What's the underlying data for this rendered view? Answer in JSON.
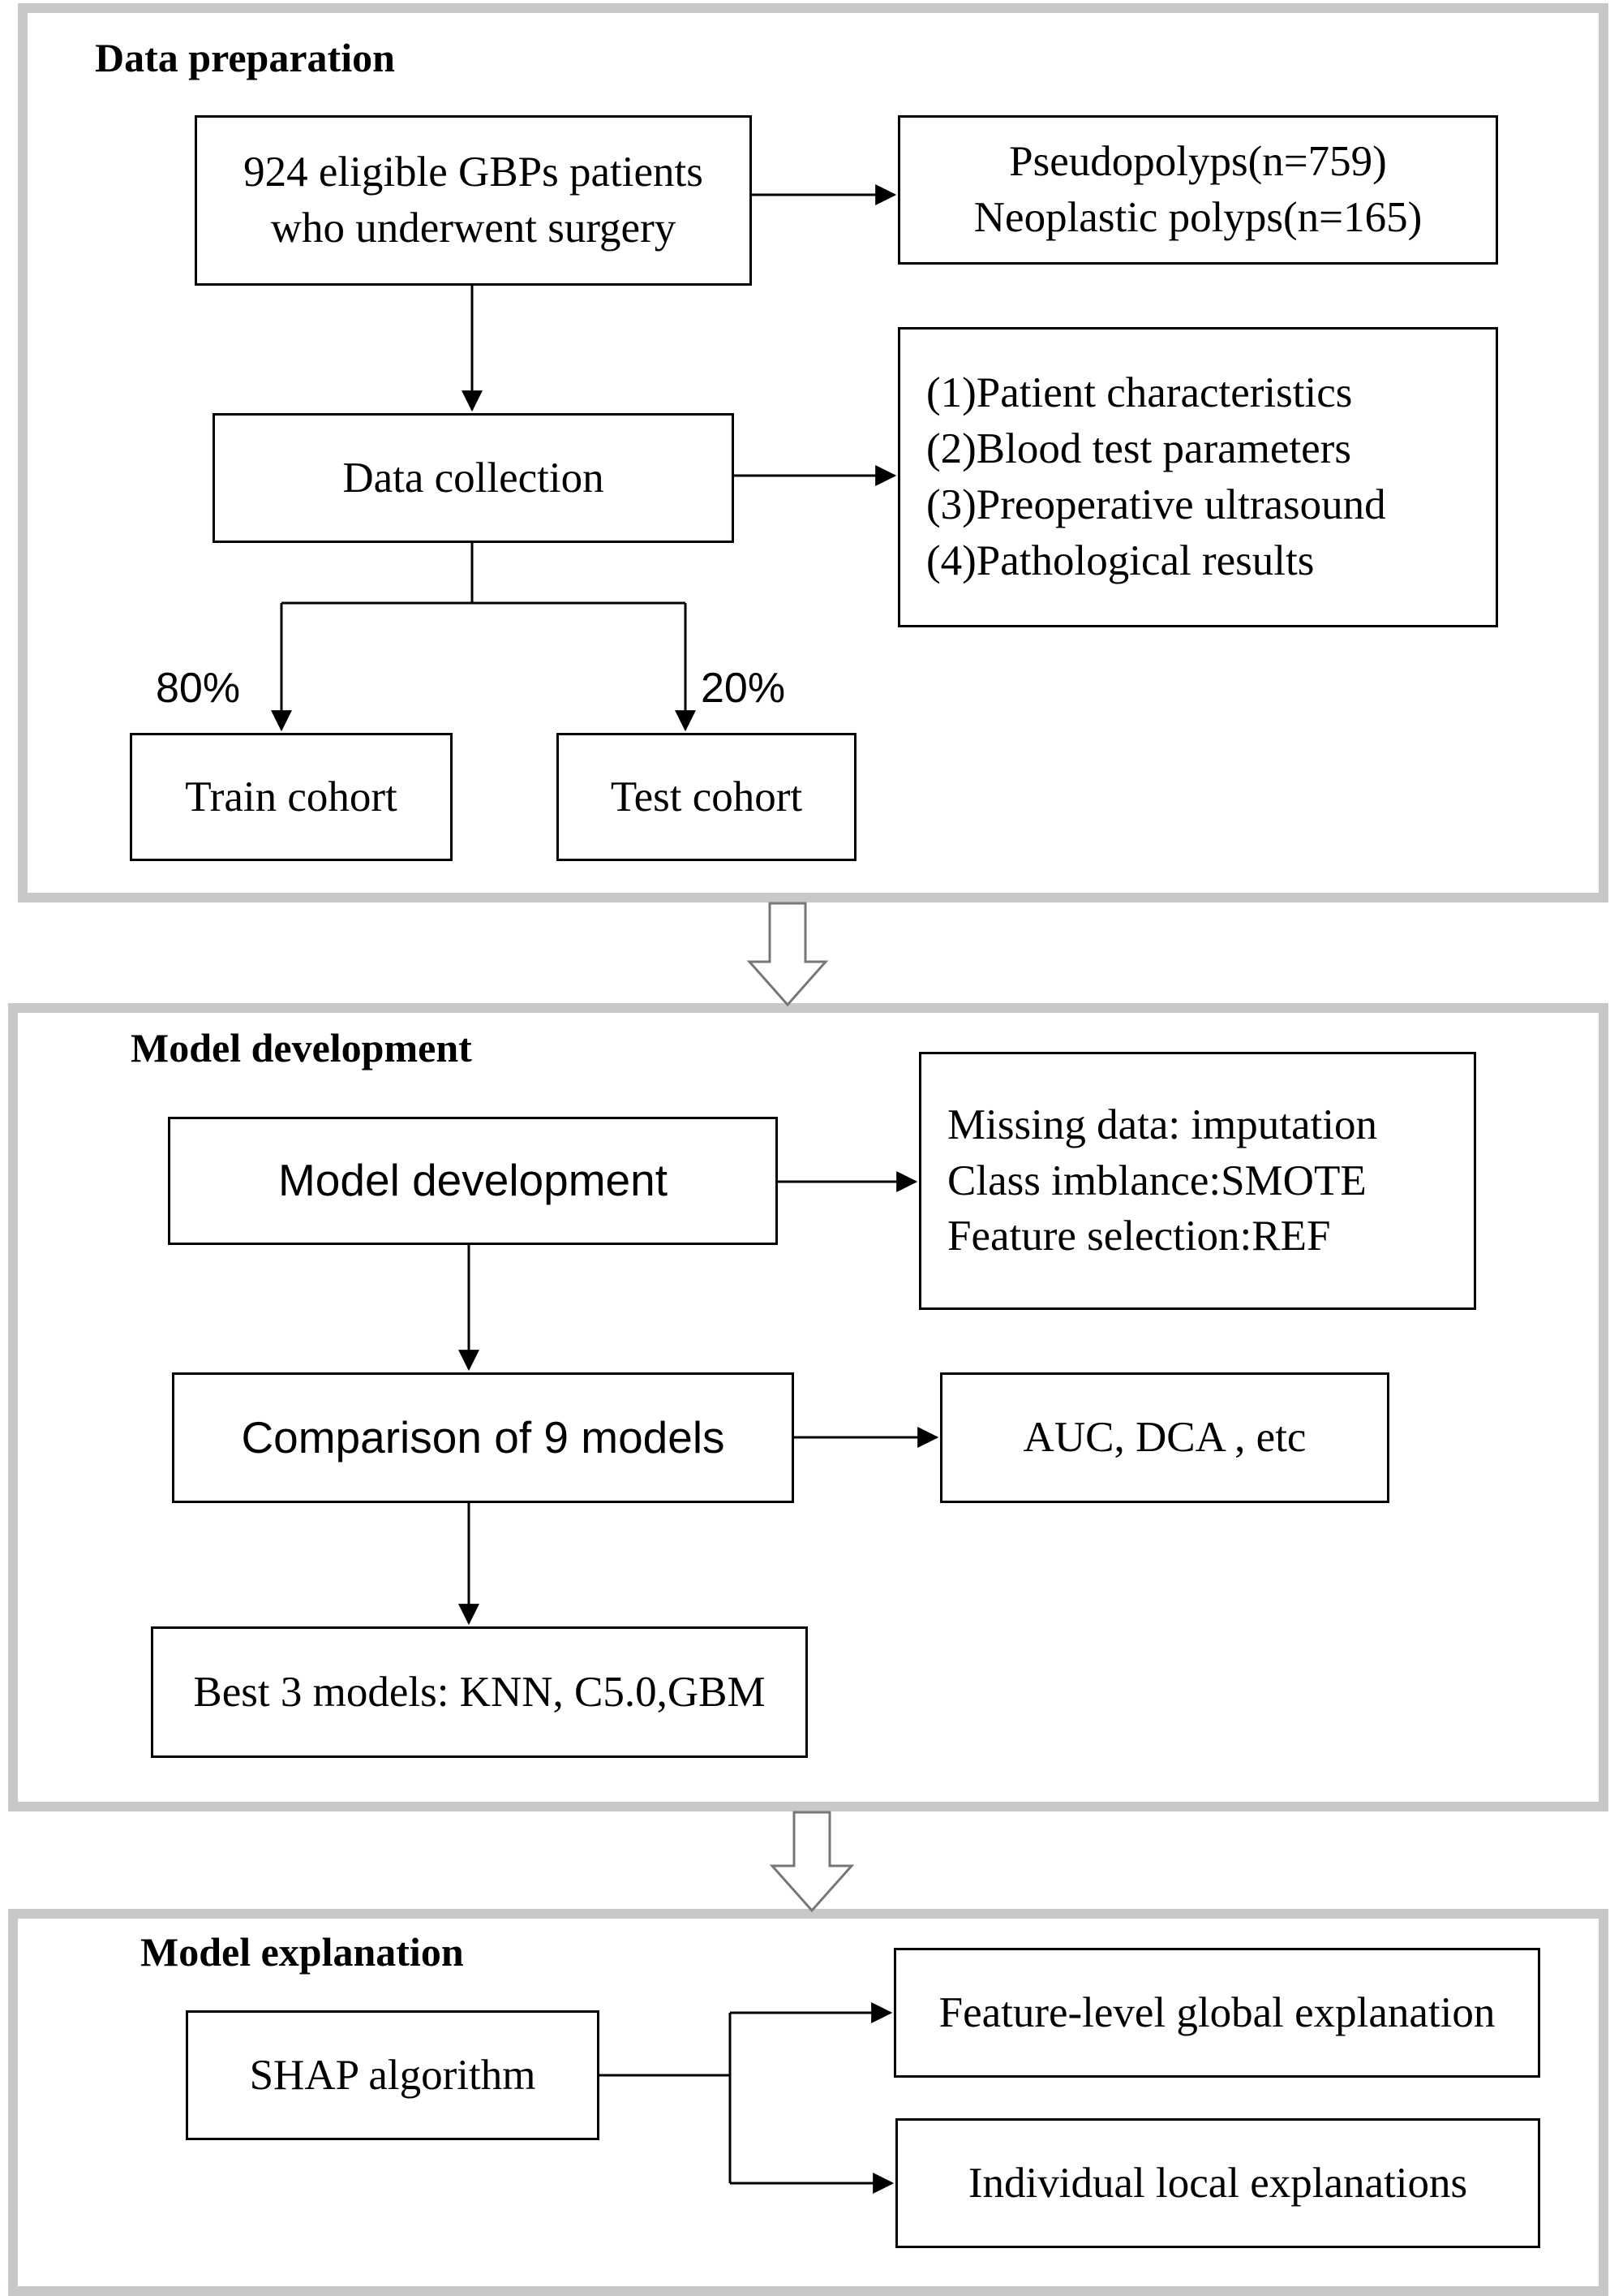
{
  "data_preparation": {
    "title": "Data preparation",
    "patients": [
      "924 eligible GBPs patients",
      "who underwent surgery"
    ],
    "outcomes": [
      "Pseudopolyps(n=759)",
      "Neoplastic polyps(n=165)"
    ],
    "collection": "Data collection",
    "items": [
      "(1)Patient characteristics",
      "(2)Blood test parameters",
      "(3)Preoperative ultrasound",
      "(4)Pathological results"
    ],
    "train_pct": "80%",
    "test_pct": "20%",
    "train": "Train cohort",
    "test": "Test cohort"
  },
  "model_development": {
    "title": "Model development",
    "dev_box": "Model development",
    "preprocessing": [
      "Missing data: imputation",
      "Class imblance:SMOTE",
      "Feature selection:REF"
    ],
    "comparison": "Comparison of 9 models",
    "metrics": "AUC, DCA , etc",
    "best": "Best 3 models: KNN, C5.0,GBM"
  },
  "model_explanation": {
    "title": "Model explanation",
    "algorithm": "SHAP algorithm",
    "global": "Feature-level global explanation",
    "local": "Individual local explanations"
  }
}
